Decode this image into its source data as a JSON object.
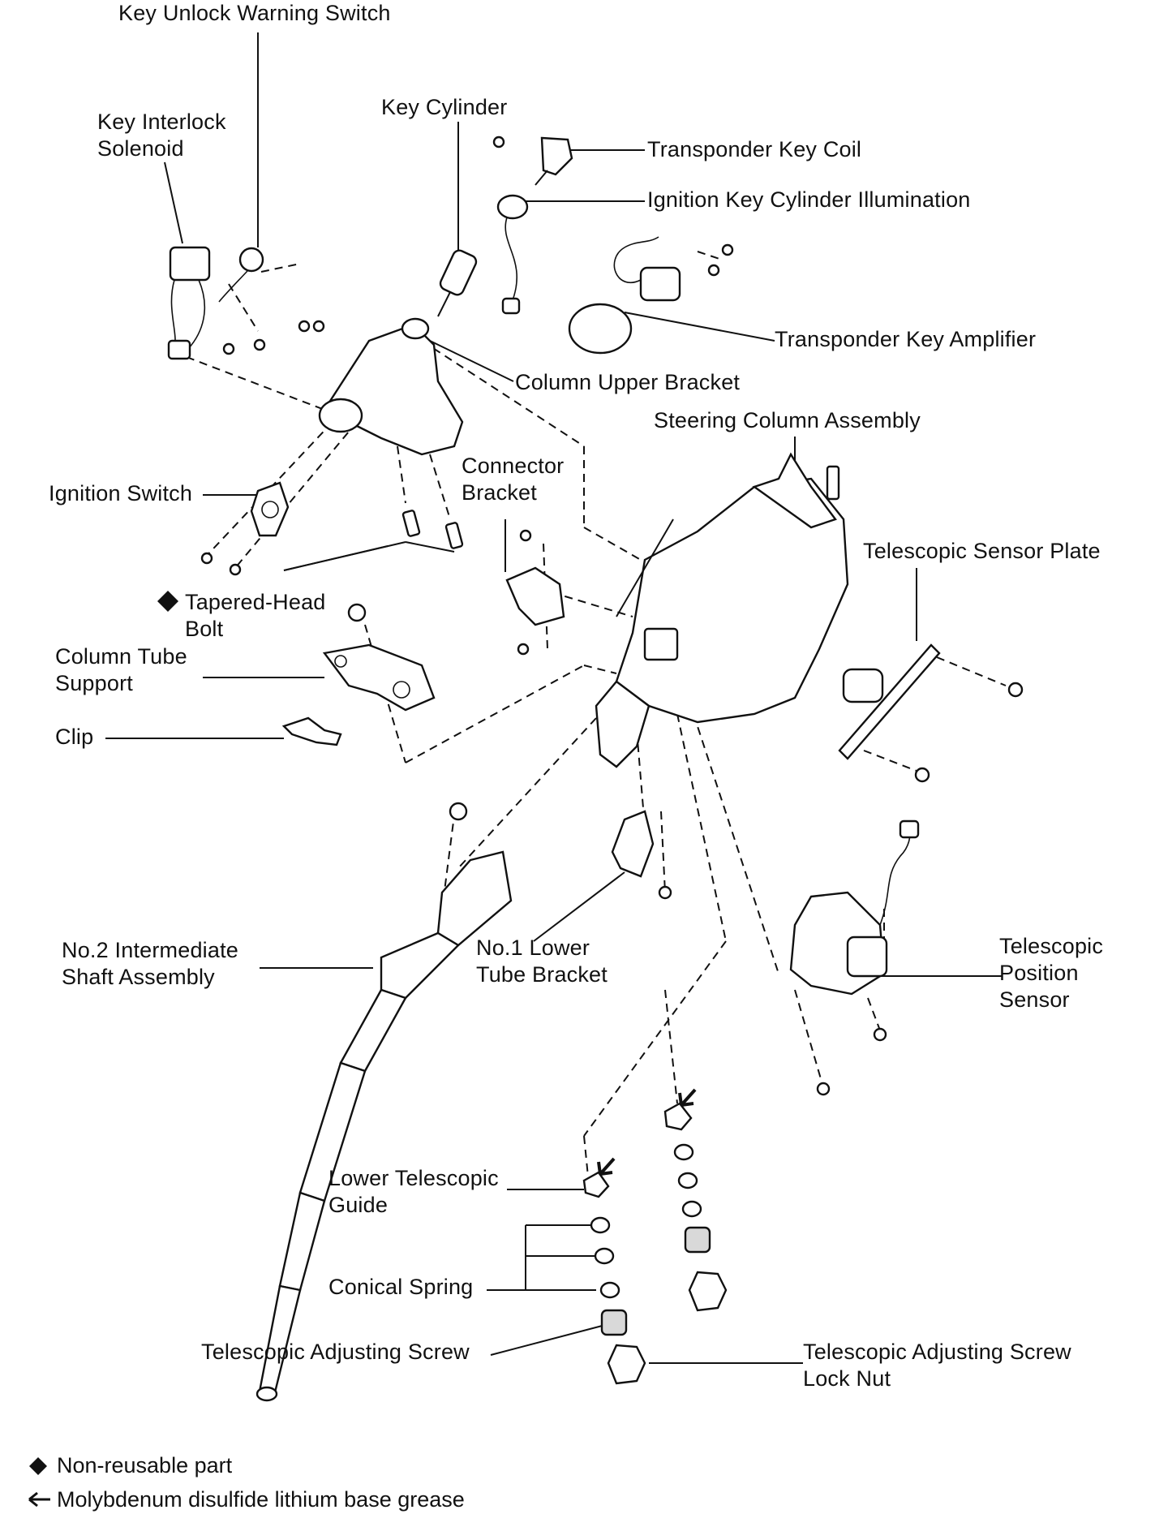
{
  "labels": {
    "key_unlock_warning_switch": "Key Unlock Warning Switch",
    "key_interlock_solenoid": [
      "Key Interlock",
      "Solenoid"
    ],
    "key_cylinder": "Key Cylinder",
    "transponder_key_coil": "Transponder Key Coil",
    "ignition_key_cylinder_illumination": "Ignition Key Cylinder Illumination",
    "transponder_key_amplifier": "Transponder Key Amplifier",
    "column_upper_bracket": "Column Upper Bracket",
    "steering_column_assembly": "Steering Column Assembly",
    "connector_bracket": [
      "Connector",
      "Bracket"
    ],
    "ignition_switch": "Ignition Switch",
    "telescopic_sensor_plate": "Telescopic Sensor Plate",
    "tapered_head_bolt": [
      "Tapered-Head",
      "Bolt"
    ],
    "column_tube_support": [
      "Column Tube",
      "Support"
    ],
    "clip": "Clip",
    "no2_intermediate_shaft_assembly": [
      "No.2 Intermediate",
      "Shaft Assembly"
    ],
    "no1_lower_tube_bracket": [
      "No.1 Lower",
      "Tube Bracket"
    ],
    "telescopic_position_sensor": [
      "Telescopic",
      "Position",
      "Sensor"
    ],
    "lower_telescopic_guide": [
      "Lower Telescopic",
      "Guide"
    ],
    "conical_spring": "Conical Spring",
    "telescopic_adjusting_screw": "Telescopic Adjusting Screw",
    "telescopic_adjusting_screw_lock_nut": [
      "Telescopic Adjusting Screw",
      "Lock Nut"
    ]
  },
  "legend": {
    "non_reusable_part": "Non-reusable part",
    "molybdenum_grease": "Molybdenum disulfide lithium base grease"
  },
  "icons": {
    "non_reusable": "filled-diamond",
    "grease": "grease-arrow"
  }
}
